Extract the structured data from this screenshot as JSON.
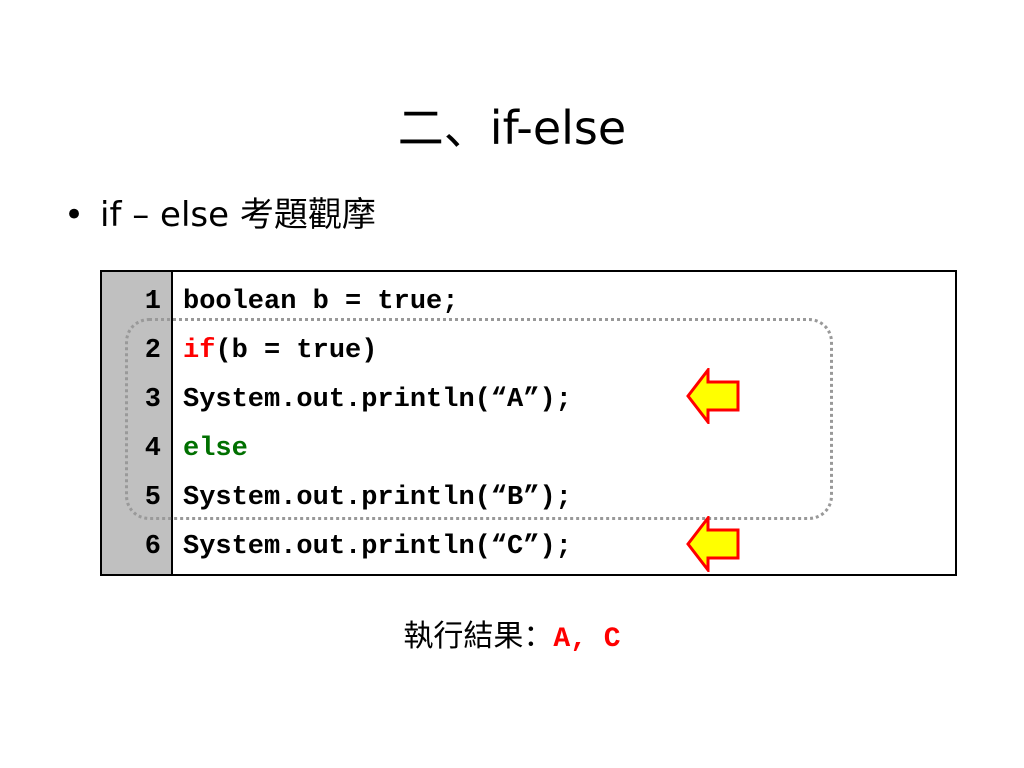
{
  "slide": {
    "title": "二、if-else"
  },
  "bullet": {
    "marker": "•",
    "text": "if – else 考題觀摩"
  },
  "code": {
    "line_numbers": [
      "1",
      "2",
      "3",
      "4",
      "5",
      "6"
    ],
    "lines": [
      {
        "text": "boolean b = true;"
      },
      {
        "keyword": "if",
        "rest": "(b = true)"
      },
      {
        "text": "System.out.println(“A”);"
      },
      {
        "keyword": "else"
      },
      {
        "text": "System.out.println(“B”);"
      },
      {
        "text": "System.out.println(“C”);"
      }
    ]
  },
  "colors": {
    "if_keyword": "#ff0000",
    "else_keyword": "#007000",
    "arrow_fill": "#ffff00",
    "arrow_stroke": "#ff0000",
    "gutter": "#c0c0c0",
    "result_value": "#ff0000"
  },
  "markers": {
    "icon": "left-arrow-icon",
    "lines": [
      3,
      6
    ]
  },
  "result": {
    "label": "執行結果：",
    "value": "A, C"
  }
}
